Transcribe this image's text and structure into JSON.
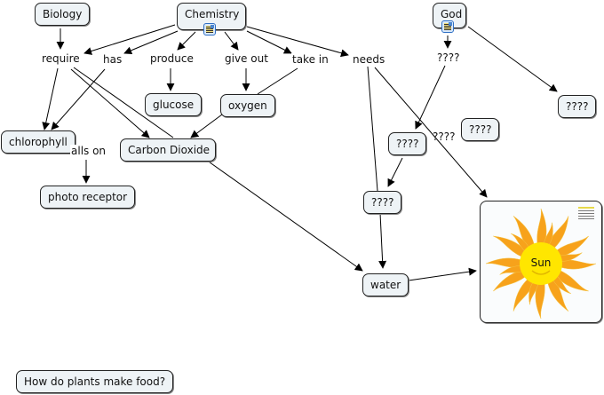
{
  "concepts": {
    "biology": "Biology",
    "chemistry": "Chemistry",
    "god": "God",
    "glucose": "glucose",
    "oxygen": "oxygen",
    "chlorophyll": "chlorophyll",
    "carbon_dioxide": "Carbon Dioxide",
    "photo_receptor": "photo receptor",
    "unknown_right": "????",
    "unknown_mid_right": "????",
    "unknown_center": "????",
    "unknown_lower": "????",
    "water": "water",
    "sun": "Sun",
    "focus_question": "How do plants make food?"
  },
  "linking_phrases": {
    "require": "require",
    "has": "has",
    "produce": "produce",
    "give_out": "give out",
    "take_in": "take in",
    "needs": "needs",
    "god_link": "????",
    "floating_link": "????",
    "falls_on": "alls on"
  },
  "icons": {
    "chemistry_resource": "resource-document-icon",
    "god_resource": "resource-document-icon",
    "sun_image": "sun-image"
  },
  "colors": {
    "node_fill": "#eef3f6",
    "node_border": "#222222",
    "sun_core": "#ffe600",
    "sun_rays": "#f7a21b"
  }
}
